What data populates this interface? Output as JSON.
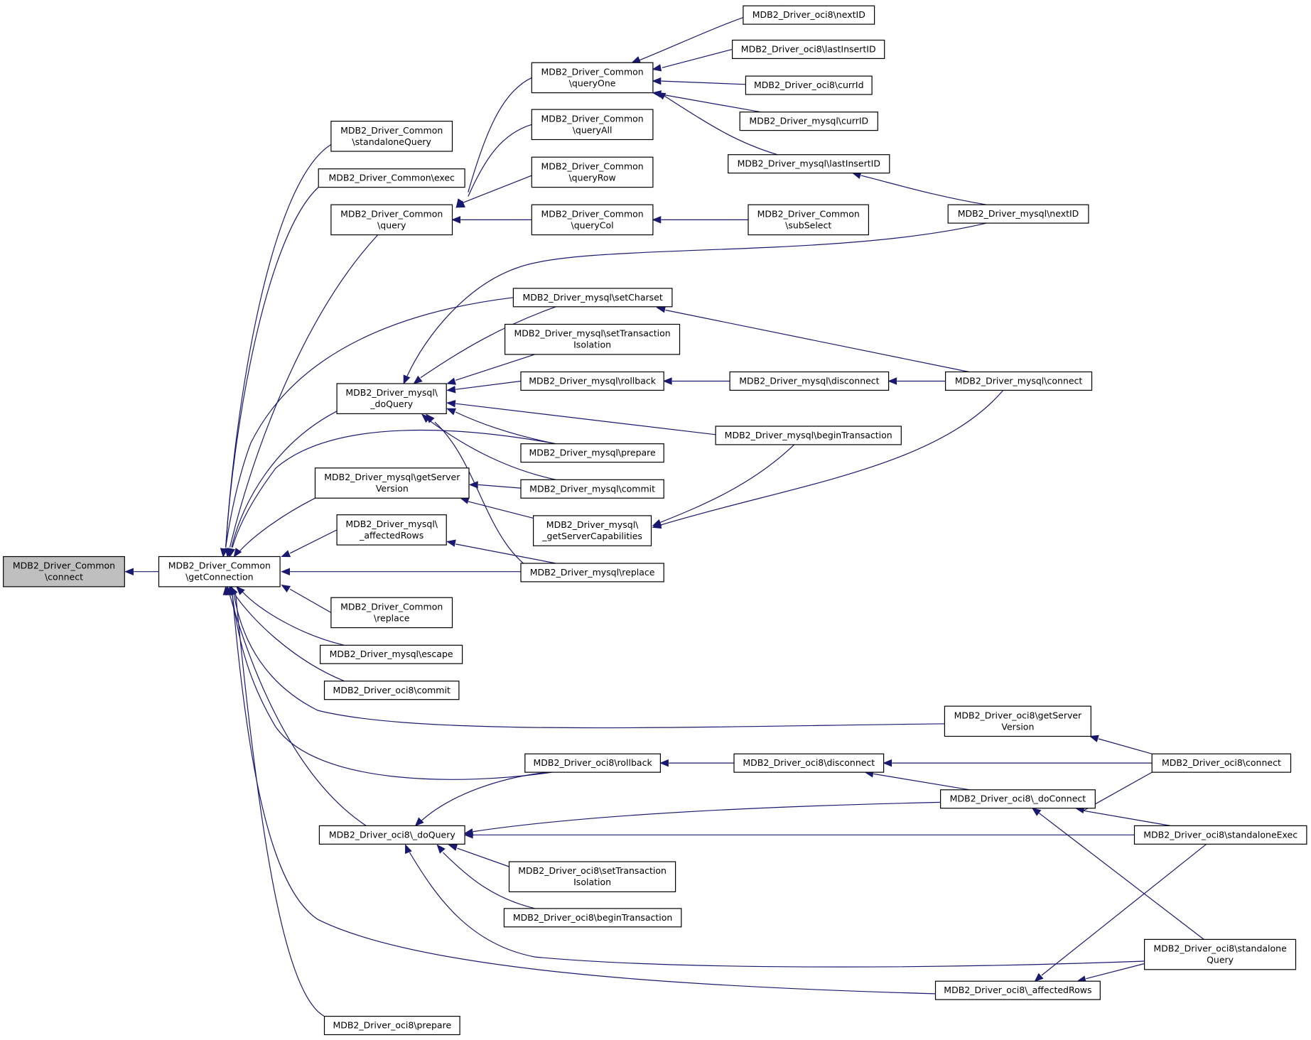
{
  "nodes": [
    {
      "id": "n0",
      "lines": [
        "MDB2_Driver_Common",
        "\\connect"
      ],
      "root": true
    },
    {
      "id": "n1",
      "lines": [
        "MDB2_Driver_Common",
        "\\getConnection"
      ]
    },
    {
      "id": "n2",
      "lines": [
        "MDB2_Driver_Common",
        "\\standaloneQuery"
      ]
    },
    {
      "id": "n3",
      "lines": [
        "MDB2_Driver_Common\\exec"
      ]
    },
    {
      "id": "n4",
      "lines": [
        "MDB2_Driver_Common",
        "\\query"
      ]
    },
    {
      "id": "n5",
      "lines": [
        "MDB2_Driver_mysql\\",
        "_doQuery"
      ]
    },
    {
      "id": "n6",
      "lines": [
        "MDB2_Driver_mysql\\getServer",
        "Version"
      ]
    },
    {
      "id": "n7",
      "lines": [
        "MDB2_Driver_mysql\\",
        "_affectedRows"
      ]
    },
    {
      "id": "n8",
      "lines": [
        "MDB2_Driver_Common",
        "\\replace"
      ]
    },
    {
      "id": "n9",
      "lines": [
        "MDB2_Driver_mysql\\escape"
      ]
    },
    {
      "id": "n10",
      "lines": [
        "MDB2_Driver_oci8\\commit"
      ]
    },
    {
      "id": "n11",
      "lines": [
        "MDB2_Driver_oci8\\_doQuery"
      ]
    },
    {
      "id": "n12",
      "lines": [
        "MDB2_Driver_oci8\\prepare"
      ]
    },
    {
      "id": "n13",
      "lines": [
        "MDB2_Driver_Common",
        "\\queryOne"
      ]
    },
    {
      "id": "n14",
      "lines": [
        "MDB2_Driver_Common",
        "\\queryAll"
      ]
    },
    {
      "id": "n15",
      "lines": [
        "MDB2_Driver_Common",
        "\\queryRow"
      ]
    },
    {
      "id": "n16",
      "lines": [
        "MDB2_Driver_Common",
        "\\queryCol"
      ]
    },
    {
      "id": "n17",
      "lines": [
        "MDB2_Driver_mysql\\setCharset"
      ]
    },
    {
      "id": "n18",
      "lines": [
        "MDB2_Driver_mysql\\setTransaction",
        "Isolation"
      ]
    },
    {
      "id": "n19",
      "lines": [
        "MDB2_Driver_mysql\\rollback"
      ]
    },
    {
      "id": "n20",
      "lines": [
        "MDB2_Driver_mysql\\prepare"
      ]
    },
    {
      "id": "n21",
      "lines": [
        "MDB2_Driver_mysql\\commit"
      ]
    },
    {
      "id": "n22",
      "lines": [
        "MDB2_Driver_mysql\\",
        "_getServerCapabilities"
      ]
    },
    {
      "id": "n23",
      "lines": [
        "MDB2_Driver_mysql\\replace"
      ]
    },
    {
      "id": "n24",
      "lines": [
        "MDB2_Driver_oci8\\rollback"
      ]
    },
    {
      "id": "n25",
      "lines": [
        "MDB2_Driver_oci8\\setTransaction",
        "Isolation"
      ]
    },
    {
      "id": "n26",
      "lines": [
        "MDB2_Driver_oci8\\beginTransaction"
      ]
    },
    {
      "id": "n27",
      "lines": [
        "MDB2_Driver_oci8\\nextID"
      ]
    },
    {
      "id": "n28",
      "lines": [
        "MDB2_Driver_oci8\\lastInsertID"
      ]
    },
    {
      "id": "n29",
      "lines": [
        "MDB2_Driver_oci8\\currId"
      ]
    },
    {
      "id": "n30",
      "lines": [
        "MDB2_Driver_mysql\\currID"
      ]
    },
    {
      "id": "n31",
      "lines": [
        "MDB2_Driver_mysql\\lastInsertID"
      ]
    },
    {
      "id": "n32",
      "lines": [
        "MDB2_Driver_Common",
        "\\subSelect"
      ]
    },
    {
      "id": "n33",
      "lines": [
        "MDB2_Driver_mysql\\disconnect"
      ]
    },
    {
      "id": "n34",
      "lines": [
        "MDB2_Driver_mysql\\beginTransaction"
      ]
    },
    {
      "id": "n35",
      "lines": [
        "MDB2_Driver_oci8\\disconnect"
      ]
    },
    {
      "id": "n36",
      "lines": [
        "MDB2_Driver_mysql\\nextID"
      ]
    },
    {
      "id": "n37",
      "lines": [
        "MDB2_Driver_mysql\\connect"
      ]
    },
    {
      "id": "n38",
      "lines": [
        "MDB2_Driver_oci8\\getServer",
        "Version"
      ]
    },
    {
      "id": "n39",
      "lines": [
        "MDB2_Driver_oci8\\_doConnect"
      ]
    },
    {
      "id": "n40",
      "lines": [
        "MDB2_Driver_oci8\\_affectedRows"
      ]
    },
    {
      "id": "n41",
      "lines": [
        "MDB2_Driver_oci8\\connect"
      ]
    },
    {
      "id": "n42",
      "lines": [
        "MDB2_Driver_oci8\\standaloneExec"
      ]
    },
    {
      "id": "n43",
      "lines": [
        "MDB2_Driver_oci8\\standalone",
        "Query"
      ]
    }
  ],
  "edges": [
    {
      "from": "n1",
      "to": "n0"
    },
    {
      "from": "n2",
      "to": "n1"
    },
    {
      "from": "n3",
      "to": "n1"
    },
    {
      "from": "n4",
      "to": "n1"
    },
    {
      "from": "n5",
      "to": "n1"
    },
    {
      "from": "n6",
      "to": "n1"
    },
    {
      "from": "n7",
      "to": "n1"
    },
    {
      "from": "n8",
      "to": "n1"
    },
    {
      "from": "n9",
      "to": "n1"
    },
    {
      "from": "n10",
      "to": "n1"
    },
    {
      "from": "n11",
      "to": "n1"
    },
    {
      "from": "n12",
      "to": "n1"
    },
    {
      "from": "n17",
      "to": "n1"
    },
    {
      "from": "n20",
      "to": "n1"
    },
    {
      "from": "n23",
      "to": "n1"
    },
    {
      "from": "n24",
      "to": "n1"
    },
    {
      "from": "n38",
      "to": "n1"
    },
    {
      "from": "n40",
      "to": "n1"
    },
    {
      "from": "n13",
      "to": "n4"
    },
    {
      "from": "n14",
      "to": "n4"
    },
    {
      "from": "n15",
      "to": "n4"
    },
    {
      "from": "n16",
      "to": "n4"
    },
    {
      "from": "n27",
      "to": "n13"
    },
    {
      "from": "n28",
      "to": "n13"
    },
    {
      "from": "n29",
      "to": "n13"
    },
    {
      "from": "n30",
      "to": "n13"
    },
    {
      "from": "n31",
      "to": "n13"
    },
    {
      "from": "n32",
      "to": "n16"
    },
    {
      "from": "n36",
      "to": "n31"
    },
    {
      "from": "n36",
      "to": "n5"
    },
    {
      "from": "n17",
      "to": "n5"
    },
    {
      "from": "n18",
      "to": "n5"
    },
    {
      "from": "n19",
      "to": "n5"
    },
    {
      "from": "n34",
      "to": "n5"
    },
    {
      "from": "n20",
      "to": "n5"
    },
    {
      "from": "n21",
      "to": "n5"
    },
    {
      "from": "n23",
      "to": "n5"
    },
    {
      "from": "n37",
      "to": "n17"
    },
    {
      "from": "n33",
      "to": "n19"
    },
    {
      "from": "n37",
      "to": "n33"
    },
    {
      "from": "n21",
      "to": "n6"
    },
    {
      "from": "n22",
      "to": "n6"
    },
    {
      "from": "n34",
      "to": "n22"
    },
    {
      "from": "n37",
      "to": "n22"
    },
    {
      "from": "n23",
      "to": "n7"
    },
    {
      "from": "n24",
      "to": "n11"
    },
    {
      "from": "n39",
      "to": "n11"
    },
    {
      "from": "n42",
      "to": "n11"
    },
    {
      "from": "n25",
      "to": "n11"
    },
    {
      "from": "n26",
      "to": "n11"
    },
    {
      "from": "n43",
      "to": "n11"
    },
    {
      "from": "n35",
      "to": "n24"
    },
    {
      "from": "n41",
      "to": "n35"
    },
    {
      "from": "n39",
      "to": "n35"
    },
    {
      "from": "n41",
      "to": "n38"
    },
    {
      "from": "n41",
      "to": "n39"
    },
    {
      "from": "n42",
      "to": "n39"
    },
    {
      "from": "n43",
      "to": "n39"
    },
    {
      "from": "n42",
      "to": "n40"
    },
    {
      "from": "n43",
      "to": "n40"
    }
  ]
}
